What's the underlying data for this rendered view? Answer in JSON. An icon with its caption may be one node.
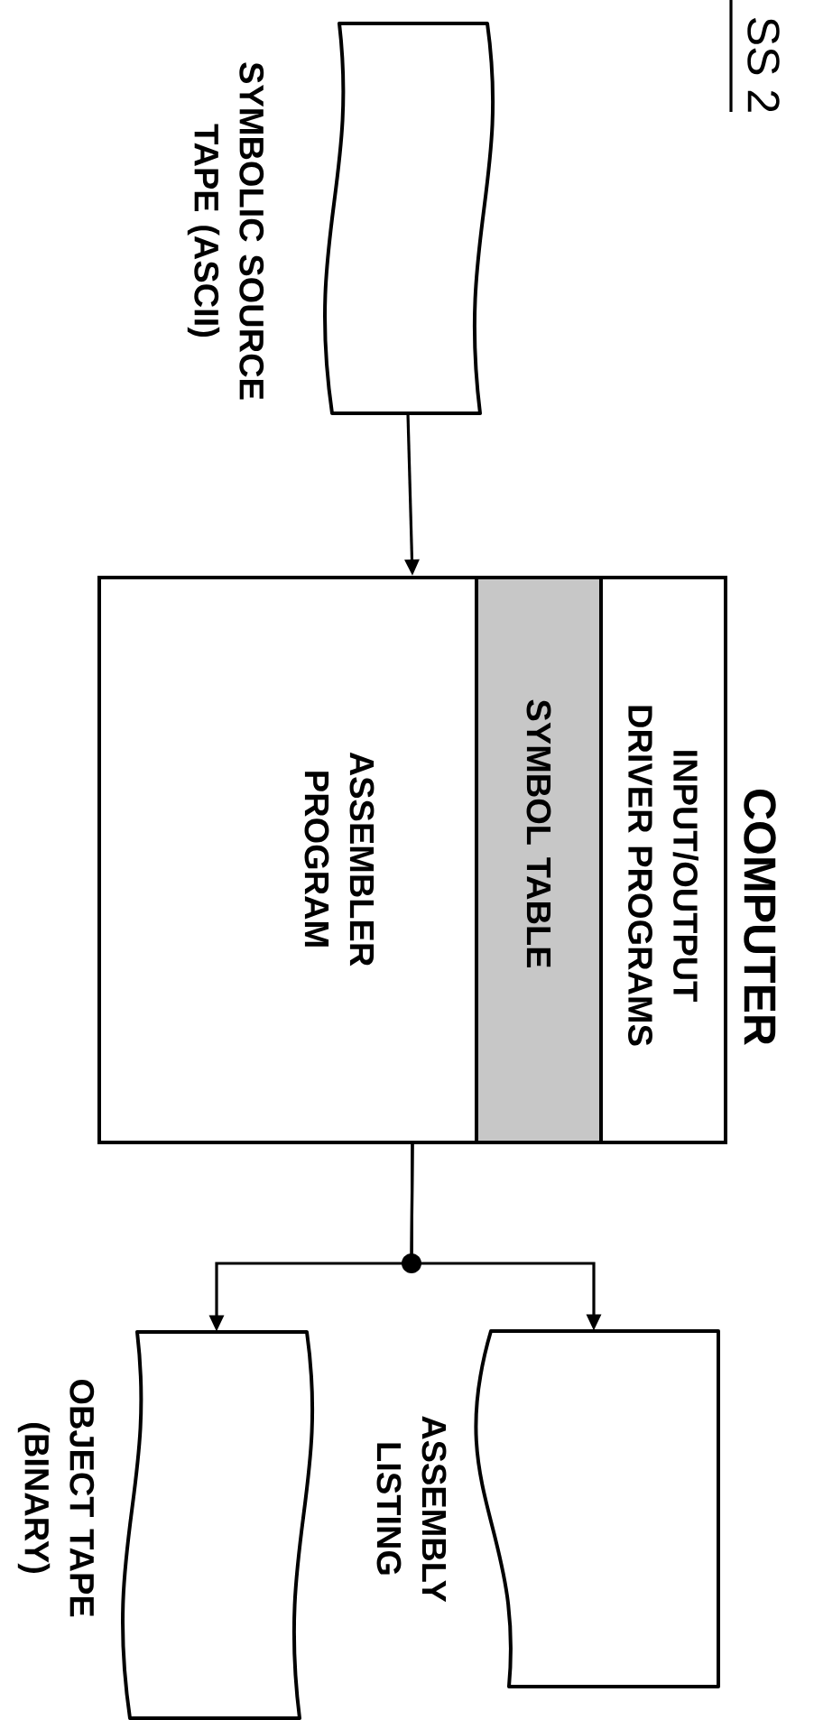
{
  "diagram": {
    "nodes": [
      {
        "text": [],
        "shape": "tape",
        "beside": [
          "SYMBOLIC SOURCE TAPE (ASCII)"
        ]
      },
      {
        "text": [
          "COMPUTER"
        ]
      },
      {
        "text": [
          "INPUT/OUTPUT DRIVER PROGRAMS"
        ],
        "in": 1
      },
      {
        "text": [
          "SYMBOL TABLE"
        ],
        "in": 1
      },
      {
        "text": [
          "ASSEMBLER PROGRAM"
        ],
        "in": 1
      },
      {
        "text": [],
        "shape": "document",
        "beside": [
          "ASSEMBLY LISTING"
        ]
      },
      {
        "text": [],
        "shape": "tape",
        "beside": [
          "OBJECT TAPE (BINARY)"
        ]
      }
    ],
    "edges": [
      {
        "from": 0,
        "to": 1,
        "arrow": "to"
      },
      {
        "from": 1,
        "to": 5,
        "arrow": "to"
      },
      {
        "from": 1,
        "to": 6,
        "arrow": "to"
      }
    ],
    "labels": [
      "SS 2"
    ]
  }
}
